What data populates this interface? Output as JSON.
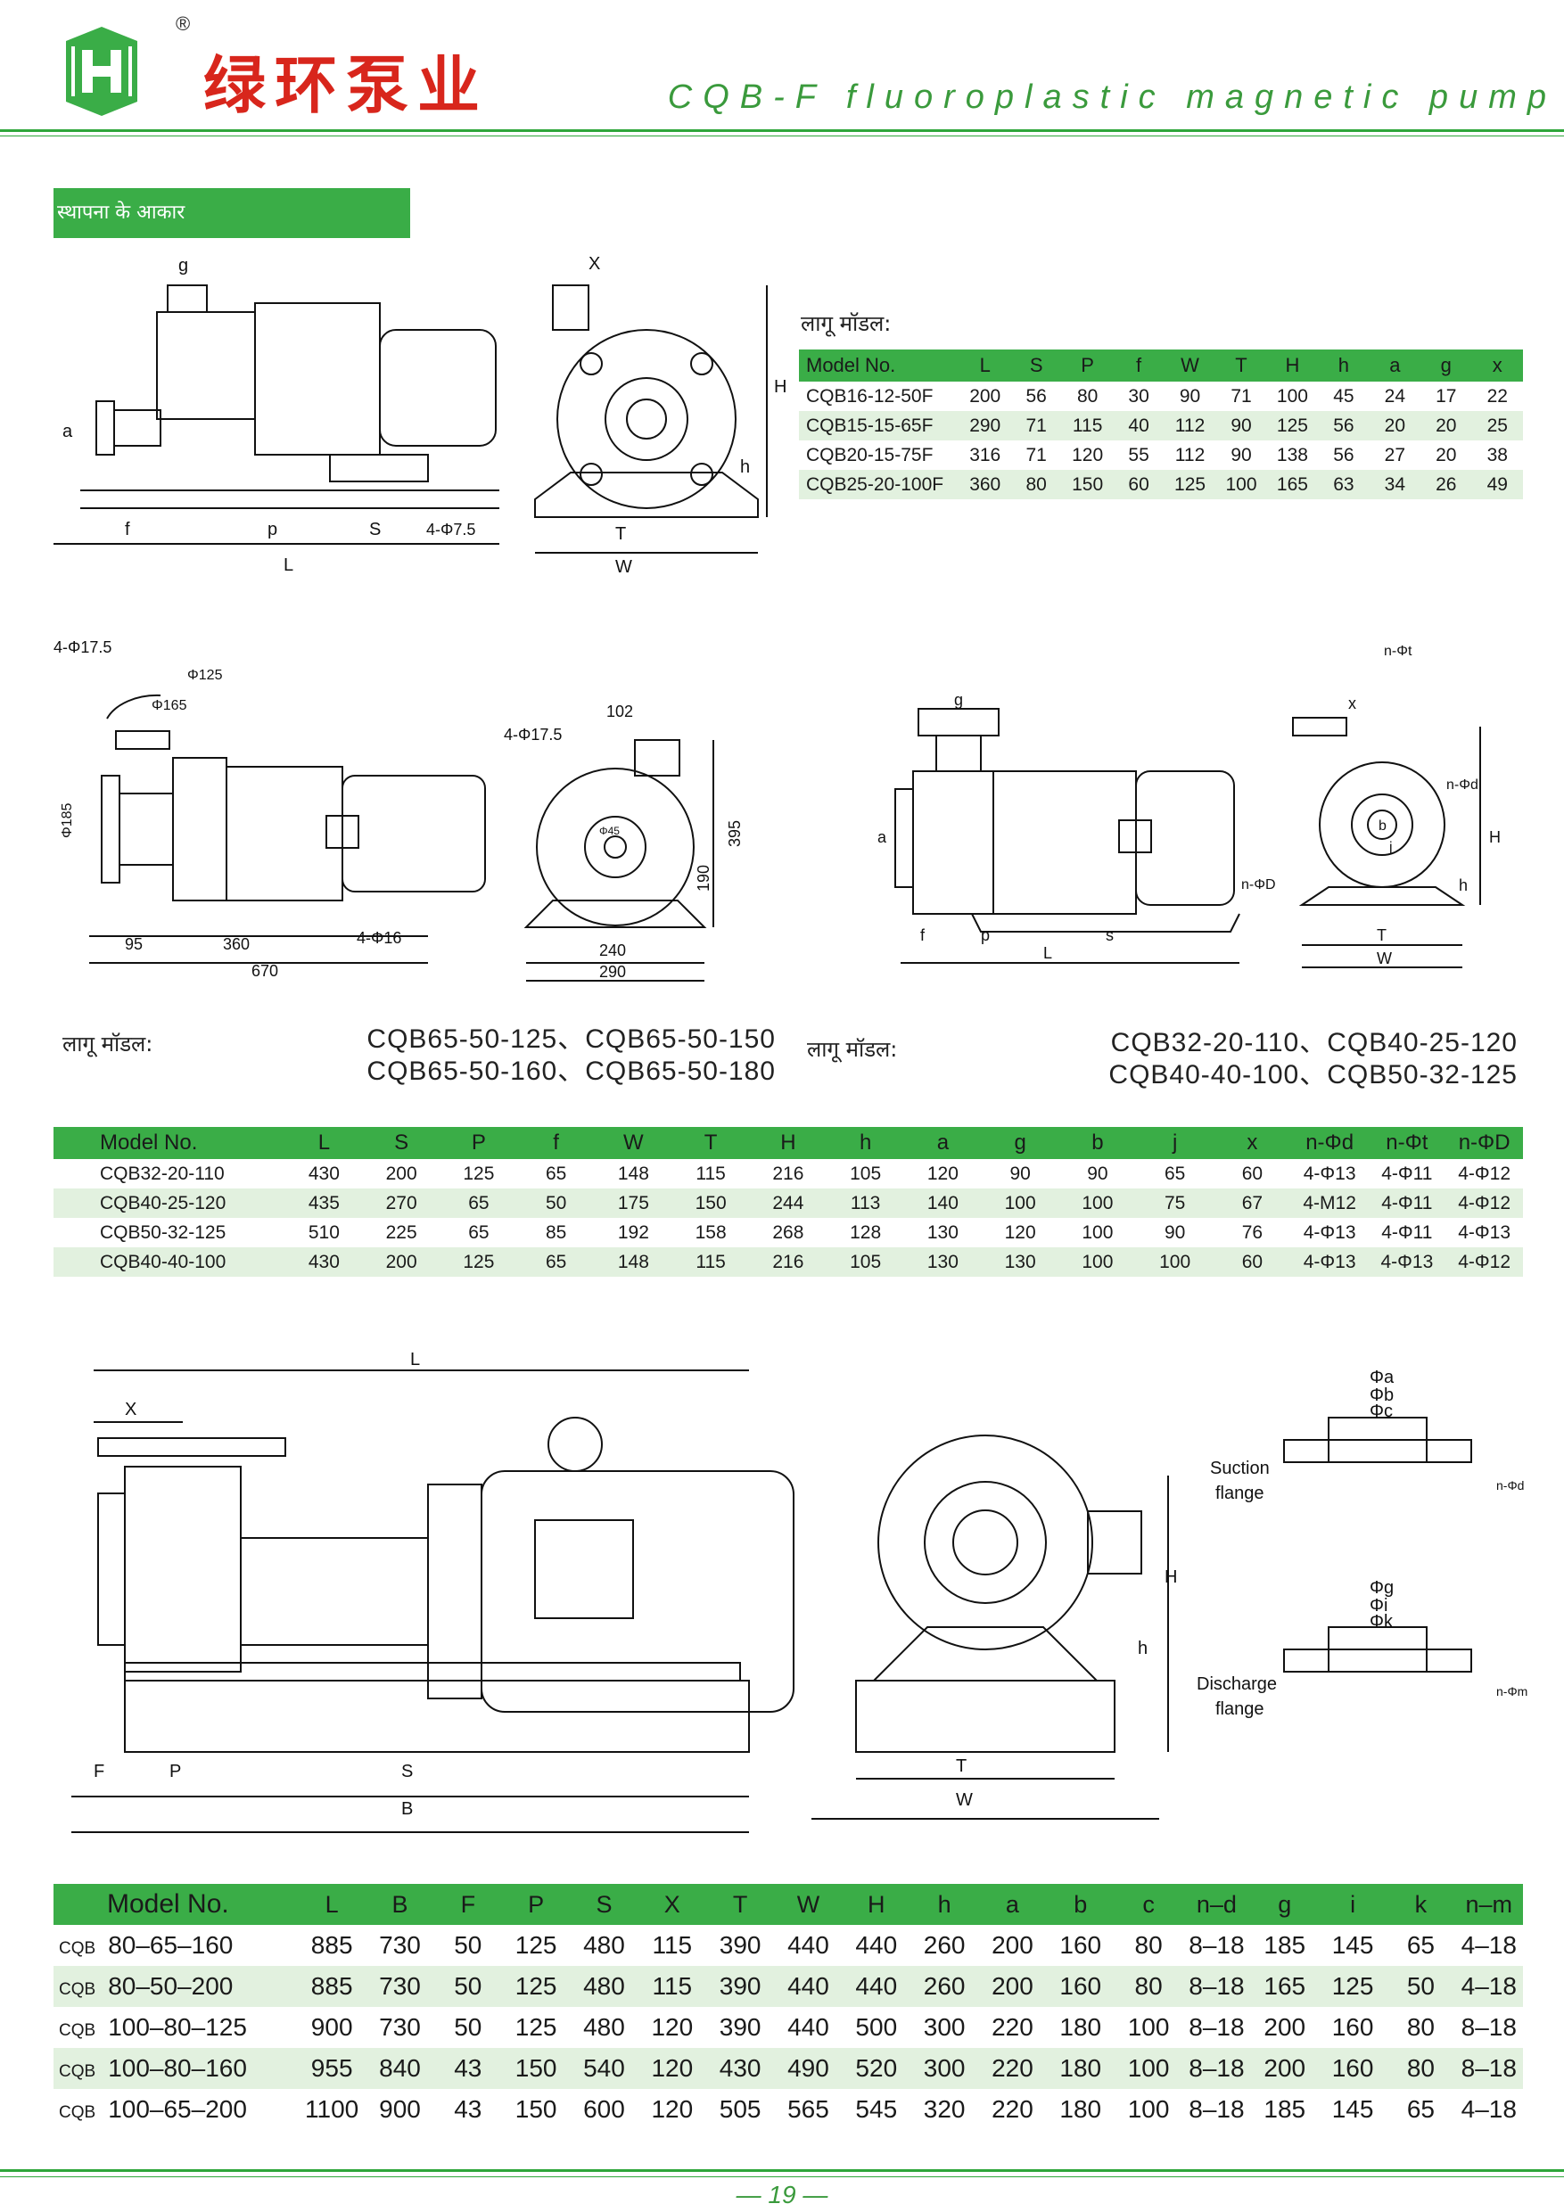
{
  "header": {
    "brand": "绿环泵业",
    "registered": "®",
    "title": "CQB-F fluoroplastic magnetic pump"
  },
  "section_title": "स्थापना के आकार",
  "colors": {
    "accent_green": "#3aad47",
    "row_alt": "#e2f1df",
    "brand_red": "#d8261c"
  },
  "drawing1": {
    "dims": {
      "g": "g",
      "a": "a",
      "f": "f",
      "p": "p",
      "S": "S",
      "hole": "4-Φ7.5",
      "L": "L",
      "X": "X",
      "H": "H",
      "h": "h",
      "T": "T",
      "W": "W"
    }
  },
  "table1": {
    "caption": "लागू मॉडल:",
    "headers": [
      "Model No.",
      "L",
      "S",
      "P",
      "f",
      "W",
      "T",
      "H",
      "h",
      "a",
      "g",
      "x"
    ],
    "rows": [
      [
        "CQB16-12-50F",
        "200",
        "56",
        "80",
        "30",
        "90",
        "71",
        "100",
        "45",
        "24",
        "17",
        "22"
      ],
      [
        "CQB15-15-65F",
        "290",
        "71",
        "115",
        "40",
        "112",
        "90",
        "125",
        "56",
        "20",
        "20",
        "25"
      ],
      [
        "CQB20-15-75F",
        "316",
        "71",
        "120",
        "55",
        "112",
        "90",
        "138",
        "56",
        "27",
        "20",
        "38"
      ],
      [
        "CQB25-20-100F",
        "360",
        "80",
        "150",
        "60",
        "125",
        "100",
        "165",
        "63",
        "34",
        "26",
        "49"
      ]
    ]
  },
  "drawing2": {
    "dims": {
      "holes_top": "4-Φ17.5",
      "pcd": "Φ125",
      "flange": "Φ165",
      "dia": "Φ185",
      "d95": "95",
      "d360": "360",
      "d670": "670",
      "foot": "4-Φ16",
      "holes_side": "4-Φ17.5",
      "d102": "102",
      "d395": "395",
      "d190": "190",
      "d240": "240",
      "d290": "290",
      "inner": "Φ45"
    },
    "caption": "लागू मॉडल:",
    "models": [
      "CQB65-50-125、CQB65-50-150",
      "CQB65-50-160、CQB65-50-180"
    ]
  },
  "drawing3": {
    "dims": {
      "g": "g",
      "a": "a",
      "f": "f",
      "p": "p",
      "s": "s",
      "L": "L",
      "nD": "n-ΦD",
      "nt": "n-Φt",
      "x": "x",
      "nd": "n-Φd",
      "b": "b",
      "j": "j",
      "H": "H",
      "h": "h",
      "T": "T",
      "W": "W"
    },
    "caption": "लागू मॉडल:",
    "models": [
      "CQB32-20-110、CQB40-25-120",
      "CQB40-40-100、CQB50-32-125"
    ]
  },
  "table2": {
    "headers": [
      "Model No.",
      "L",
      "S",
      "P",
      "f",
      "W",
      "T",
      "H",
      "h",
      "a",
      "g",
      "b",
      "j",
      "x",
      "n-Φd",
      "n-Φt",
      "n-ΦD"
    ],
    "rows": [
      [
        "CQB32-20-110",
        "430",
        "200",
        "125",
        "65",
        "148",
        "115",
        "216",
        "105",
        "120",
        "90",
        "90",
        "65",
        "60",
        "4-Φ13",
        "4-Φ11",
        "4-Φ12"
      ],
      [
        "CQB40-25-120",
        "435",
        "270",
        "65",
        "50",
        "175",
        "150",
        "244",
        "113",
        "140",
        "100",
        "100",
        "75",
        "67",
        "4-M12",
        "4-Φ11",
        "4-Φ12"
      ],
      [
        "CQB50-32-125",
        "510",
        "225",
        "65",
        "85",
        "192",
        "158",
        "268",
        "128",
        "130",
        "120",
        "100",
        "90",
        "76",
        "4-Φ13",
        "4-Φ11",
        "4-Φ13"
      ],
      [
        "CQB40-40-100",
        "430",
        "200",
        "125",
        "65",
        "148",
        "115",
        "216",
        "105",
        "130",
        "130",
        "100",
        "100",
        "60",
        "4-Φ13",
        "4-Φ13",
        "4-Φ12"
      ]
    ]
  },
  "drawing4": {
    "dims": {
      "L": "L",
      "X": "X",
      "F": "F",
      "P": "P",
      "S": "S",
      "B": "B",
      "H": "H",
      "h": "h",
      "T": "T",
      "W": "W"
    },
    "suction_label": "Suction\nflange",
    "discharge_label": "Discharge\nflange",
    "suction_dims": {
      "a": "Φa",
      "b": "Φb",
      "c": "Φc",
      "nd": "n-Φd"
    },
    "discharge_dims": {
      "g": "Φg",
      "i": "Φi",
      "k": "Φk",
      "nm": "n-Φm"
    }
  },
  "table3": {
    "headers": [
      "Model No.",
      "L",
      "B",
      "F",
      "P",
      "S",
      "X",
      "T",
      "W",
      "H",
      "h",
      "a",
      "b",
      "c",
      "n–d",
      "g",
      "i",
      "k",
      "n–m"
    ],
    "prefix": "CQB",
    "rows": [
      [
        "80–65–160",
        "885",
        "730",
        "50",
        "125",
        "480",
        "115",
        "390",
        "440",
        "440",
        "260",
        "200",
        "160",
        "80",
        "8–18",
        "185",
        "145",
        "65",
        "4–18"
      ],
      [
        "80–50–200",
        "885",
        "730",
        "50",
        "125",
        "480",
        "115",
        "390",
        "440",
        "440",
        "260",
        "200",
        "160",
        "80",
        "8–18",
        "165",
        "125",
        "50",
        "4–18"
      ],
      [
        "100–80–125",
        "900",
        "730",
        "50",
        "125",
        "480",
        "120",
        "390",
        "440",
        "500",
        "300",
        "220",
        "180",
        "100",
        "8–18",
        "200",
        "160",
        "80",
        "8–18"
      ],
      [
        "100–80–160",
        "955",
        "840",
        "43",
        "150",
        "540",
        "120",
        "430",
        "490",
        "520",
        "300",
        "220",
        "180",
        "100",
        "8–18",
        "200",
        "160",
        "80",
        "8–18"
      ],
      [
        "100–65–200",
        "1100",
        "900",
        "43",
        "150",
        "600",
        "120",
        "505",
        "565",
        "545",
        "320",
        "220",
        "180",
        "100",
        "8–18",
        "185",
        "145",
        "65",
        "4–18"
      ]
    ]
  },
  "page_number": "— 19 —"
}
